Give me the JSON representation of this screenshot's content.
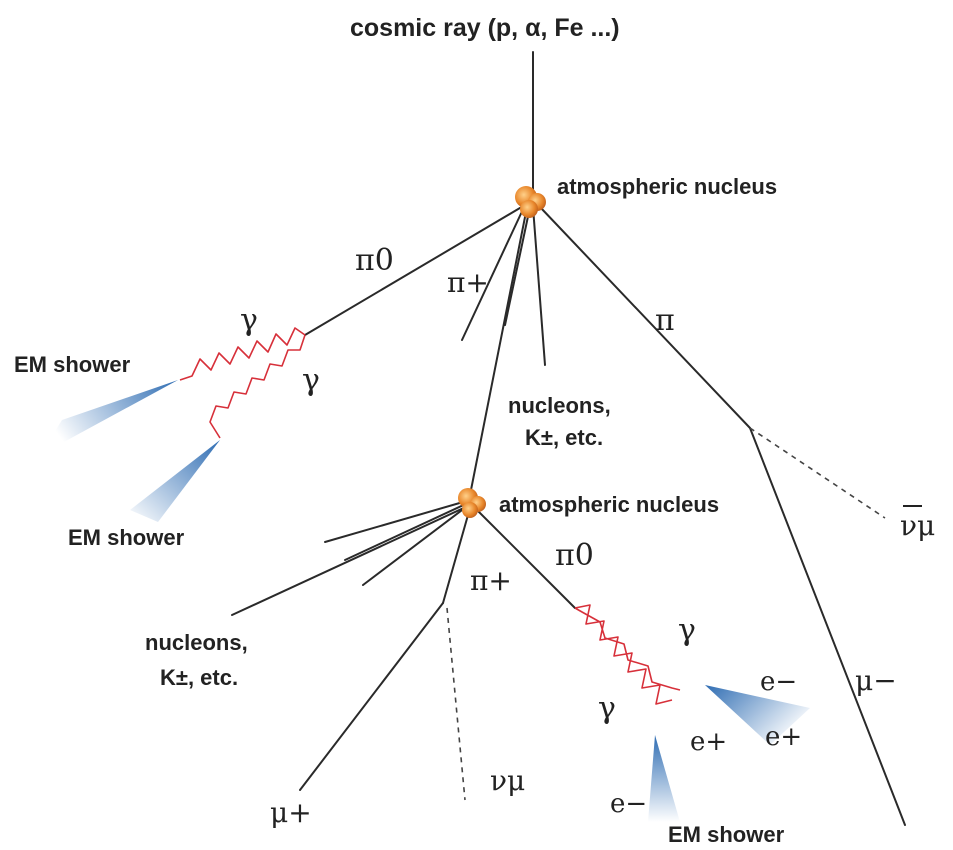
{
  "primary": {
    "label": "cosmic ray (p, α, Fe ...)"
  },
  "nuclei": [
    {
      "label": "atmospheric nucleus"
    },
    {
      "label": "atmospheric nucleus"
    }
  ],
  "first_interaction": {
    "pi0_label": "π0",
    "pi_plus_label": "π+",
    "pi_minus_label": "π",
    "nucleons_label_line1": "nucleons,",
    "nucleons_label_line2": "K±,  etc.",
    "gamma_label_1": "γ",
    "gamma_label_2": "γ",
    "em_shower_1": "EM shower",
    "em_shower_2": "EM shower",
    "antinu_mu_label": "νμ",
    "mu_minus_label": "μ−"
  },
  "second_interaction": {
    "pi_plus_label": "π+",
    "pi0_label": "π0",
    "nucleons_label_line1": "nucleons,",
    "nucleons_label_line2": "K±,  etc.",
    "mu_plus_label": "μ+",
    "nu_mu_label": "νμ",
    "gamma_label_1": "γ",
    "gamma_label_2": "γ",
    "e_minus_1": "e−",
    "e_plus_1": "e+",
    "e_plus_2": "e+",
    "e_minus_2": "e−",
    "em_shower_3": "EM shower"
  },
  "colors": {
    "track": "#2a2a2a",
    "photon": "#d7303a",
    "nucleus": "#e8862a",
    "shower": "#2f6db3"
  }
}
